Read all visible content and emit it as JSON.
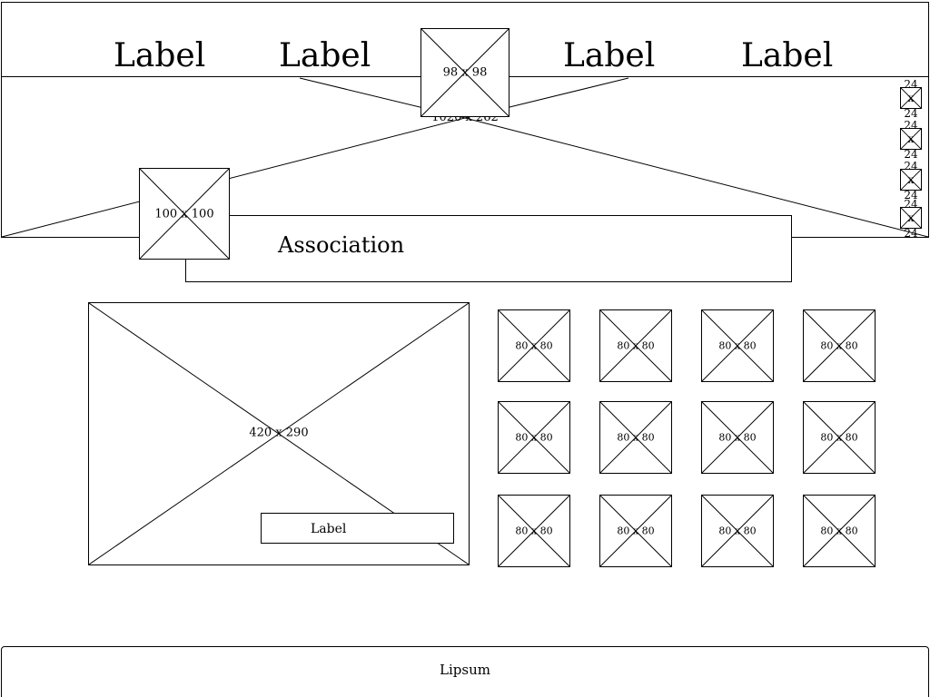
{
  "nav": {
    "labels": [
      "Label",
      "Label",
      "Label",
      "Label"
    ],
    "logo_size": "98 x 98",
    "hero_size": "1020 x 262"
  },
  "association": {
    "avatar_size": "100 x 100",
    "title": "Association"
  },
  "side_icons": [
    {
      "top": "24",
      "mid": "x",
      "bot": "24"
    },
    {
      "top": "24",
      "mid": "x",
      "bot": "24"
    },
    {
      "top": "24",
      "mid": "x",
      "bot": "24"
    },
    {
      "top": "24",
      "mid": "x",
      "bot": "24"
    }
  ],
  "feature": {
    "image_size": "420 x 290",
    "caption": "Label"
  },
  "gallery": {
    "thumb_size": "80 x 80",
    "thumbs": [
      "80 x 80",
      "80 x 80",
      "80 x 80",
      "80 x 80",
      "80 x 80",
      "80 x 80",
      "80 x 80",
      "80 x 80",
      "80 x 80",
      "80 x 80",
      "80 x 80",
      "80 x 80"
    ]
  },
  "footer": {
    "text": "Lipsum"
  }
}
